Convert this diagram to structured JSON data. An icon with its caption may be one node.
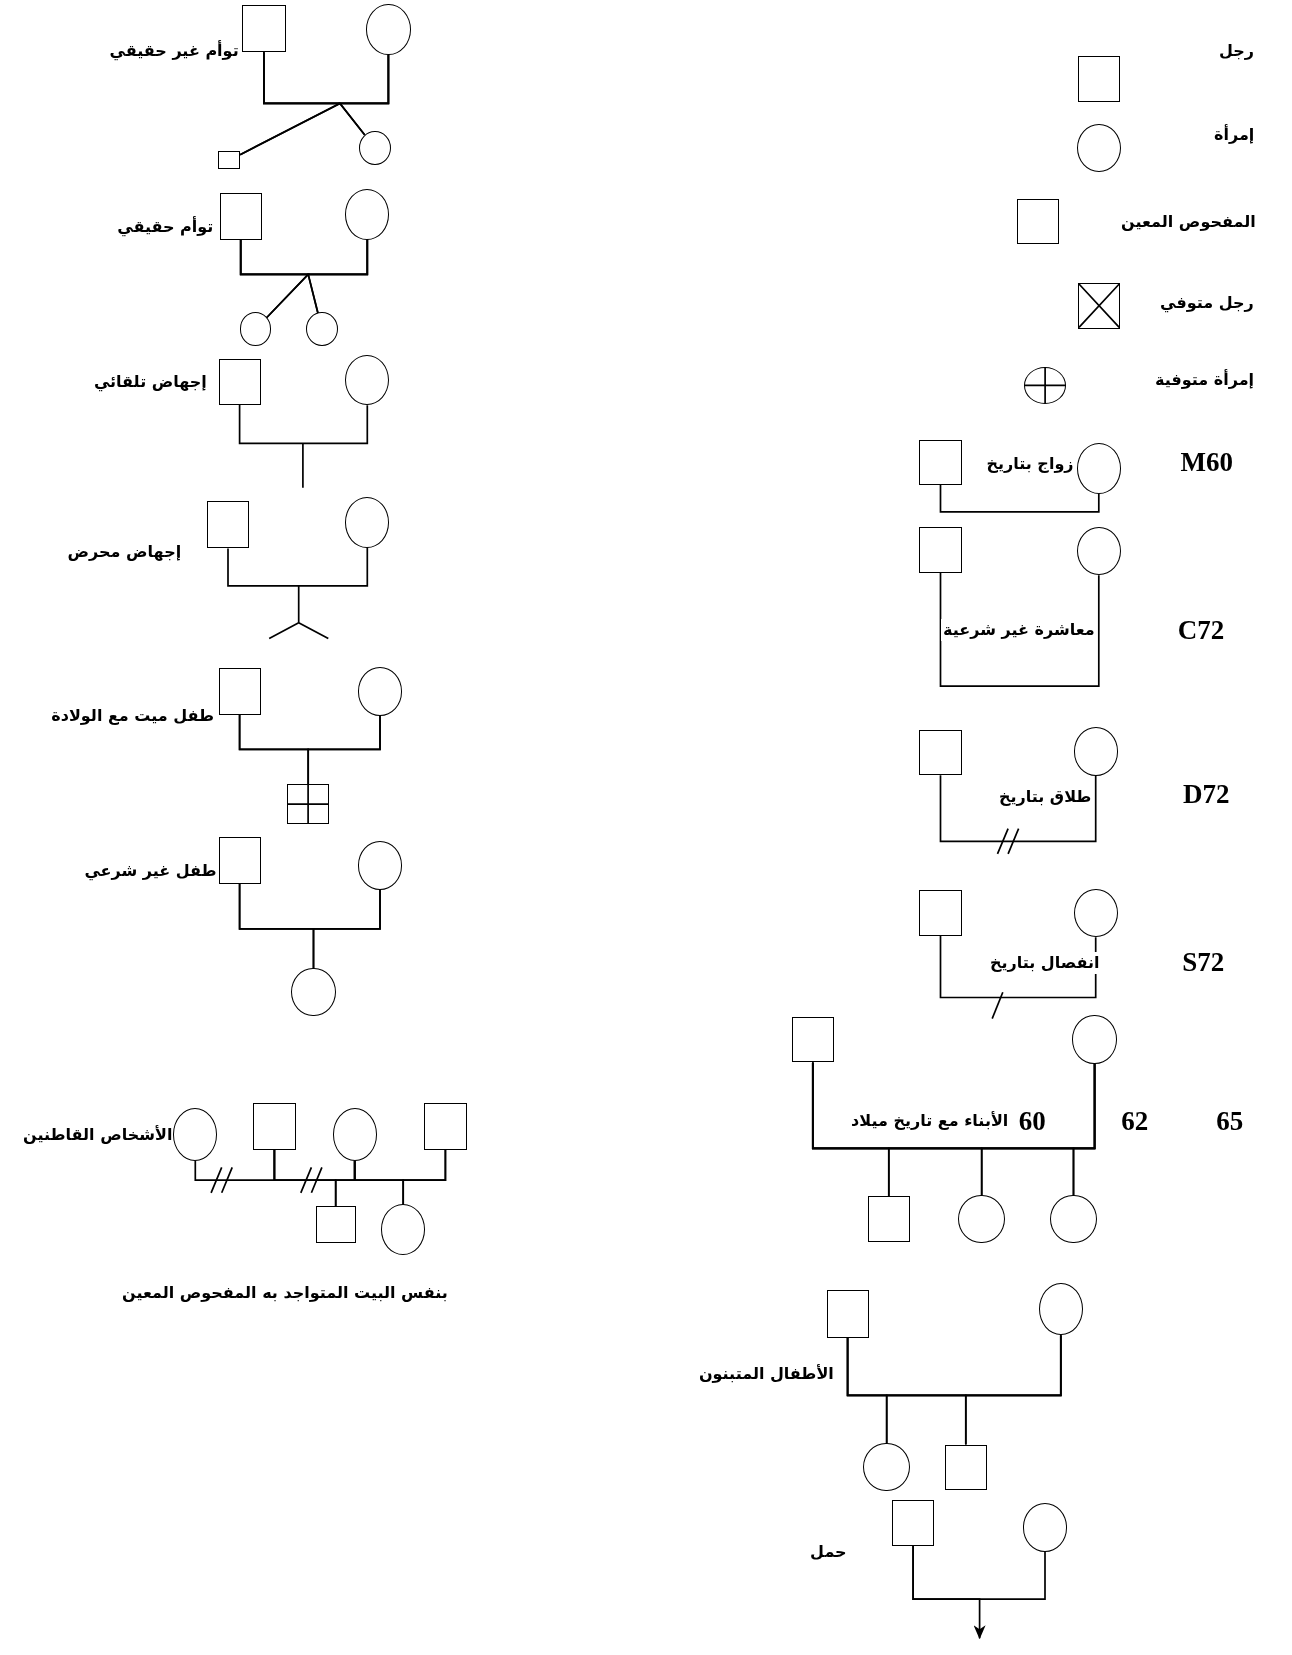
{
  "diagram": {
    "nodes": [
      {
        "text": [],
        "shape": "box"
      },
      {
        "text": [],
        "shape": "circle"
      },
      {
        "text": [],
        "shape": "box"
      },
      {
        "text": [],
        "shape": "box"
      },
      {
        "text": [],
        "shape": "circle"
      },
      {
        "text": [],
        "shape": "box"
      },
      {
        "text": [],
        "shape": "circle"
      },
      {
        "text": [],
        "shape": "box"
      },
      {
        "text": [],
        "shape": "circle"
      },
      {
        "text": [],
        "shape": "box"
      },
      {
        "text": [],
        "shape": "circle"
      },
      {
        "text": [],
        "shape": "box"
      },
      {
        "text": [],
        "shape": "circle"
      },
      {
        "text": [],
        "shape": "box"
      },
      {
        "text": [],
        "shape": "circle"
      },
      {
        "text": [],
        "shape": "box"
      },
      {
        "text": [],
        "shape": "circle"
      },
      {
        "text": [],
        "shape": "circle"
      },
      {
        "text": [],
        "shape": "box"
      },
      {
        "text": [],
        "shape": "circle"
      },
      {
        "text": [],
        "shape": "circle"
      },
      {
        "text": [],
        "shape": "box"
      },
      {
        "text": [],
        "shape": "box"
      },
      {
        "text": [],
        "shape": "circle"
      },
      {
        "text": [],
        "shape": "box"
      },
      {
        "text": [],
        "shape": "circle"
      },
      {
        "text": [],
        "shape": "box"
      },
      {
        "text": [],
        "shape": "circle"
      },
      {
        "text": [],
        "shape": "box"
      },
      {
        "text": [],
        "shape": "circle"
      },
      {
        "text": [],
        "shape": "circle"
      },
      {
        "text": [],
        "shape": "circle"
      },
      {
        "text": [],
        "shape": "box"
      },
      {
        "text": [],
        "shape": "circle"
      },
      {
        "text": [],
        "shape": "box"
      },
      {
        "text": [],
        "shape": "circle"
      },
      {
        "text": [],
        "shape": "box"
      },
      {
        "text": [],
        "shape": "circle"
      },
      {
        "text": [],
        "shape": "box"
      },
      {
        "text": [],
        "shape": "box"
      },
      {
        "text": [],
        "shape": "circle"
      },
      {
        "text": [],
        "shape": "circle"
      },
      {
        "text": [],
        "shape": "circle"
      },
      {
        "text": [],
        "shape": "box"
      },
      {
        "text": [],
        "shape": "circle"
      },
      {
        "text": [],
        "shape": "box"
      },
      {
        "text": [],
        "shape": "box"
      },
      {
        "text": [],
        "shape": "circle"
      }
    ],
    "edges": [
      {
        "from": 5,
        "to": 6,
        "arrow": "none"
      },
      {
        "from": 7,
        "to": 8,
        "arrow": "none",
        "label": "معاشرة غير شرعية"
      },
      {
        "from": 9,
        "to": 10,
        "arrow": "none",
        "label": "طلاق بتاريخ"
      },
      {
        "from": 11,
        "to": 12,
        "arrow": "none",
        "label": "انفصال بتاريخ"
      },
      {
        "from": 13,
        "to": 14,
        "arrow": "none"
      },
      {
        "from": 13,
        "to": 15,
        "arrow": "none"
      },
      {
        "from": 14,
        "to": 15,
        "arrow": "none"
      },
      {
        "from": 13,
        "to": 16,
        "arrow": "none"
      },
      {
        "from": 14,
        "to": 16,
        "arrow": "none"
      },
      {
        "from": 13,
        "to": 17,
        "arrow": "none"
      },
      {
        "from": 14,
        "to": 17,
        "arrow": "none"
      },
      {
        "from": 18,
        "to": 19,
        "arrow": "none"
      },
      {
        "from": 18,
        "to": 20,
        "arrow": "none"
      },
      {
        "from": 19,
        "to": 20,
        "arrow": "none"
      },
      {
        "from": 18,
        "to": 21,
        "arrow": "none"
      },
      {
        "from": 19,
        "to": 21,
        "arrow": "none"
      },
      {
        "from": 22,
        "to": 23,
        "arrow": "none"
      },
      {
        "from": 22,
        "to": null,
        "arrow": "to"
      },
      {
        "from": 24,
        "to": 25,
        "arrow": "none"
      },
      {
        "from": 24,
        "to": 26,
        "arrow": "none"
      },
      {
        "from": 25,
        "to": 26,
        "arrow": "none"
      },
      {
        "from": 24,
        "to": 27,
        "arrow": "none"
      },
      {
        "from": 25,
        "to": 27,
        "arrow": "none"
      },
      {
        "from": 28,
        "to": 29,
        "arrow": "none"
      },
      {
        "from": 28,
        "to": 30,
        "arrow": "none"
      },
      {
        "from": 29,
        "to": 30,
        "arrow": "none"
      },
      {
        "from": 28,
        "to": 31,
        "arrow": "none"
      },
      {
        "from": 29,
        "to": 31,
        "arrow": "none"
      },
      {
        "from": 32,
        "to": 33,
        "arrow": "none"
      },
      {
        "from": 34,
        "to": 35,
        "arrow": "none"
      },
      {
        "from": 36,
        "to": 37,
        "arrow": "none"
      },
      {
        "from": 36,
        "to": 38,
        "arrow": "none"
      },
      {
        "from": 37,
        "to": 38,
        "arrow": "none"
      },
      {
        "from": 39,
        "to": 40,
        "arrow": "none"
      },
      {
        "from": 39,
        "to": 41,
        "arrow": "none"
      },
      {
        "from": 40,
        "to": 41,
        "arrow": "none"
      },
      {
        "from": 42,
        "to": 43,
        "arrow": "none"
      },
      {
        "from": 43,
        "to": 44,
        "arrow": "none"
      },
      {
        "from": 44,
        "to": 45,
        "arrow": "none"
      },
      {
        "from": 43,
        "to": 46,
        "arrow": "none"
      },
      {
        "from": 44,
        "to": 46,
        "arrow": "none"
      },
      {
        "from": 44,
        "to": 47,
        "arrow": "none"
      },
      {
        "from": 45,
        "to": 47,
        "arrow": "none"
      }
    ],
    "labels": [
      "رجل",
      "إمرأة",
      "المفحوص المعين",
      "رجل متوفي",
      "إمرأة متوفية",
      "توأم غير حقيقي",
      "توأم حقيقي",
      "إجهاض تلقائي",
      "إجهاض محرض",
      "طفل ميت مع الولادة",
      "طفل غير شرعي",
      "الأشخاص القاطنين",
      "بنفس البيت المتواجد به المفحوص المعين",
      "زواج بتاريخ",
      "M60",
      "C72",
      "D72",
      "S72",
      "الأبناء مع تاريخ ميلاد",
      "60",
      "62",
      "65",
      "الأطفال المتبنون",
      "حمل"
    ]
  }
}
